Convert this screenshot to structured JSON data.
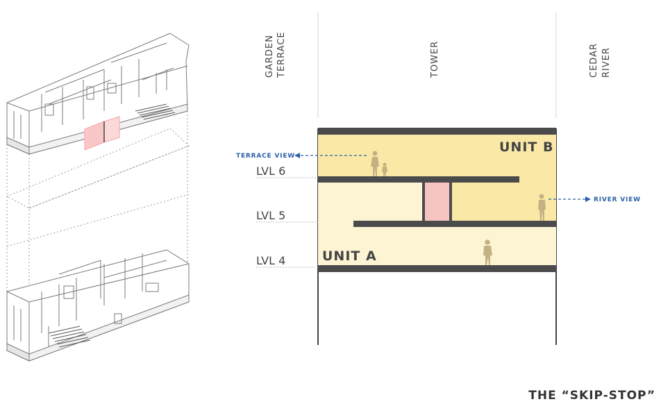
{
  "columns": {
    "garden_terrace": [
      "GARDEN",
      "TERRACE"
    ],
    "tower": "TOWER",
    "cedar_river": [
      "CEDAR",
      "RIVER"
    ]
  },
  "units": {
    "unit_b": "UNIT B",
    "unit_a": "UNIT A"
  },
  "levels": {
    "lvl6": "LVL 6",
    "lvl5": "LVL 5",
    "lvl4": "LVL 4"
  },
  "views": {
    "terrace": "TERRACE VIEW",
    "river": "RIVER VIEW"
  },
  "title": "THE “SKIP-STOP”",
  "colors": {
    "unit_b_fill": "#fae9a6",
    "unit_a_fill": "#fdf4d4",
    "slab": "#4b4b4b",
    "core": "#f7c4c4",
    "accent_blue": "#2a5fa8",
    "figure": "#c4b183",
    "guide": "#d6d6d6",
    "label": "#444444",
    "iso_line": "#777777",
    "highlight": "#f4a5a5"
  }
}
